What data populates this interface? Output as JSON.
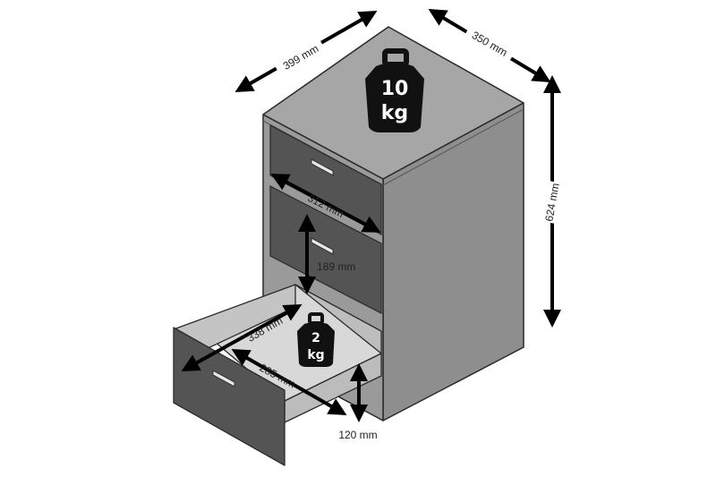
{
  "dimensions": {
    "width": "399 mm",
    "depth": "350 mm",
    "height": "624 mm",
    "drawer_inner_width": "312 mm",
    "drawer_front_height": "189 mm",
    "open_drawer_width": "338 mm",
    "open_drawer_depth": "285 mm",
    "open_drawer_height": "120 mm"
  },
  "weights": {
    "top_value": "10",
    "top_unit": "kg",
    "drawer_value": "2",
    "drawer_unit": "kg"
  },
  "colors": {
    "cabinet_top": "#a6a6a6",
    "cabinet_side": "#8e8e8e",
    "drawer_front": "#545454",
    "drawer_interior": "#d8d8d8",
    "outline": "#2a2a2a",
    "weight_icon": "#111111"
  }
}
